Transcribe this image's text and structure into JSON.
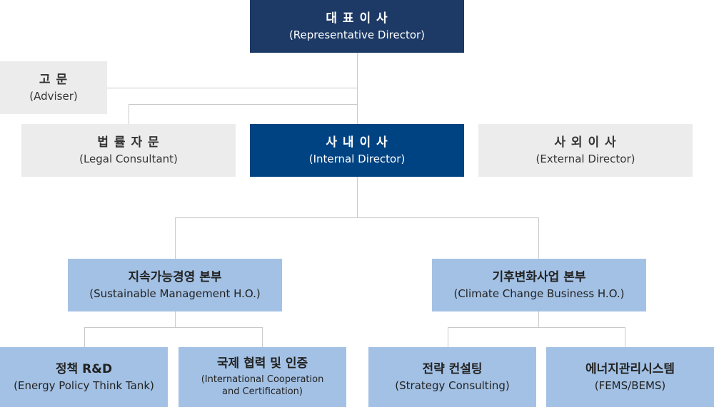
{
  "ceo": {
    "title": "대 표 이 사",
    "subtitle": "(Representative Director)"
  },
  "adviser": {
    "title": "고 문",
    "subtitle": "(Adviser)"
  },
  "legal": {
    "title": "법 률 자 문",
    "subtitle": "(Legal Consultant)"
  },
  "internal": {
    "title": "사 내 이 사",
    "subtitle": "(Internal Director)"
  },
  "external": {
    "title": "사 외 이 사",
    "subtitle": "(External Director)"
  },
  "sustainable": {
    "title": "지속가능경영 본부",
    "subtitle": "(Sustainable Management H.O.)"
  },
  "climate": {
    "title": "기후변화사업 본부",
    "subtitle": "(Climate Change Business H.O.)"
  },
  "policy": {
    "title": "정책 R&D",
    "subtitle": "(Energy Policy Think Tank)"
  },
  "intl": {
    "title": "국제 협력 및 인증",
    "subtitle_line1": "(International Cooperation",
    "subtitle_line2": "and Certification)"
  },
  "strategy": {
    "title": "전략 컨설팅",
    "subtitle": "(Strategy Consulting)"
  },
  "energy": {
    "title": "에너지관리시스템",
    "subtitle": "(FEMS/BEMS)"
  },
  "colors": {
    "ceo": "#1d3a66",
    "internal": "#004383",
    "advisory": "#ececec",
    "division": "#a3c1e4",
    "connector": "#c9c9c9"
  }
}
